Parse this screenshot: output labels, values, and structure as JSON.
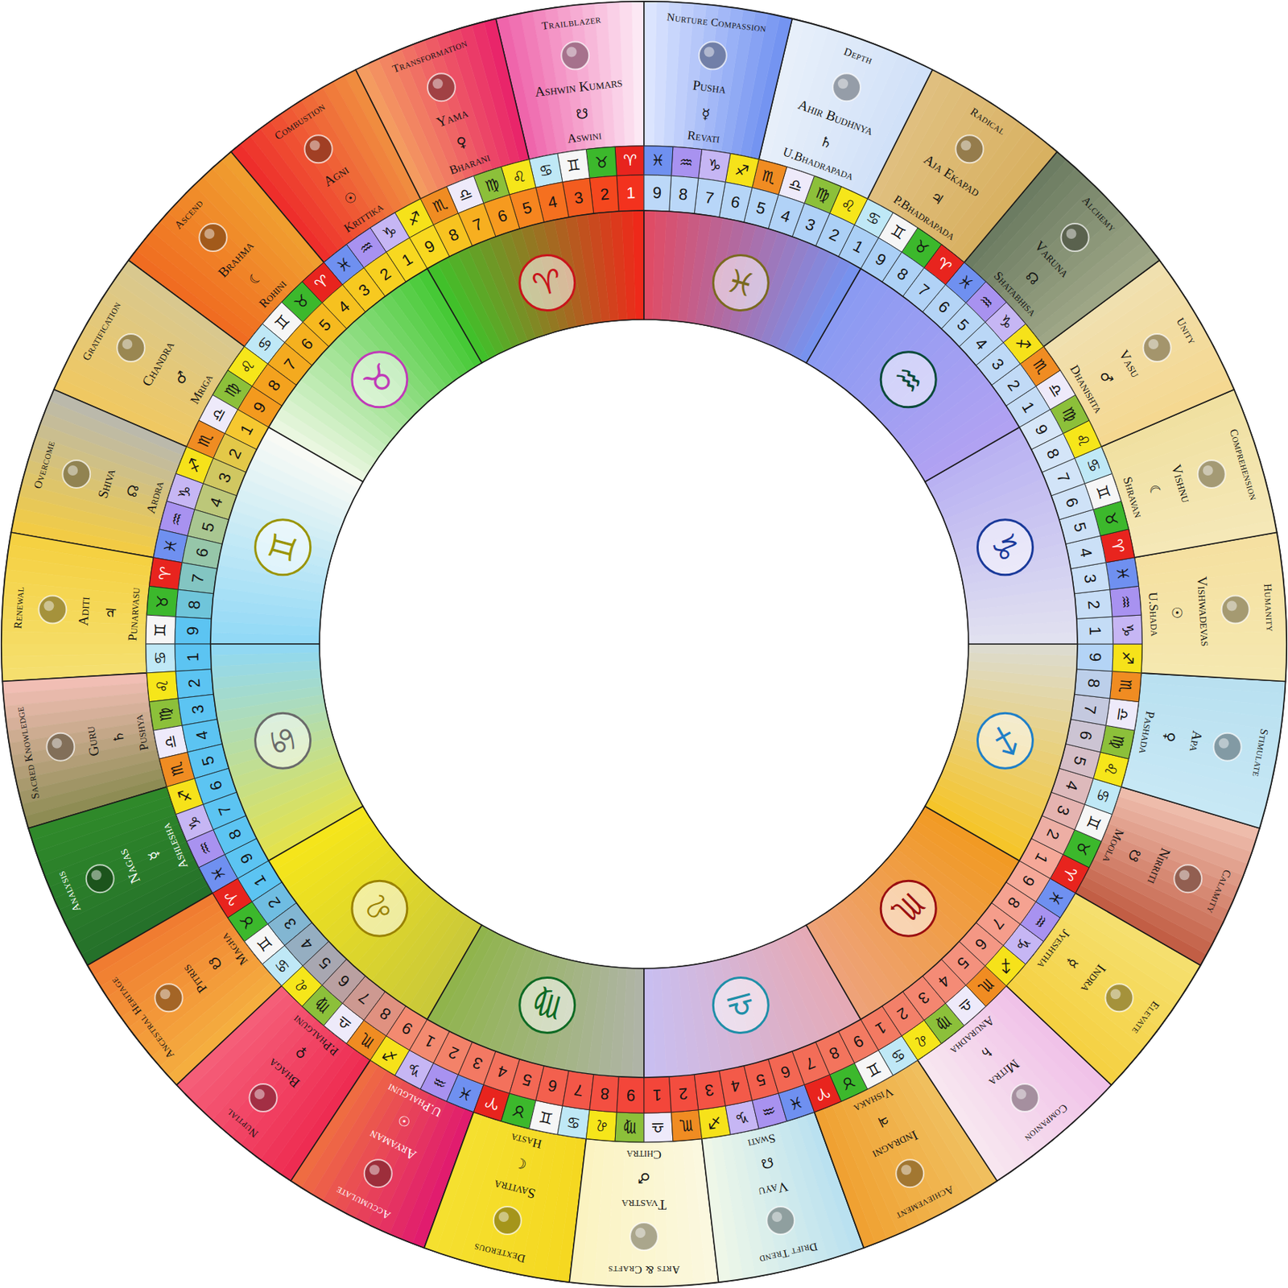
{
  "diagram": {
    "nodes": [
      {
        "text": [
          "Trailblazer",
          "Ashwin Kumars",
          "☋",
          "Aswini"
        ]
      },
      {
        "text": [
          "Transformation",
          "Yama",
          "♀",
          "Bharani"
        ]
      },
      {
        "text": [
          "Combustion",
          "Agni",
          "☉",
          "Krittika"
        ]
      },
      {
        "text": [
          "Ascend",
          "Brahma",
          "☾",
          "Rohini"
        ]
      },
      {
        "text": [
          "Gratification",
          "Chandra",
          "♂",
          "Mriga"
        ]
      },
      {
        "text": [
          "Overcome",
          "Shiva",
          "☊",
          "Ardra"
        ]
      },
      {
        "text": [
          "Renewal",
          "Aditi",
          "♃",
          "Punarvasu"
        ]
      },
      {
        "text": [
          "Sacred Knowledge",
          "Guru",
          "♄",
          "Pushya"
        ]
      },
      {
        "text": [
          "Analysis",
          "Nagas",
          "☿",
          "Ashlesha"
        ]
      },
      {
        "text": [
          "Ancestral Heritage",
          "Pitris",
          "☋",
          "Magha"
        ]
      },
      {
        "text": [
          "Nuptial",
          "Bhaga",
          "♀",
          "P.Phalguni"
        ]
      },
      {
        "text": [
          "Accumulate",
          "Aryaman",
          "☉",
          "U.Phalguni"
        ]
      },
      {
        "text": [
          "Dexterous",
          "Savitra",
          "☾",
          "Hasta"
        ]
      },
      {
        "text": [
          "Arts & Crafts",
          "Tvastra",
          "♂",
          "Chitra"
        ]
      },
      {
        "text": [
          "Drift Trend",
          "Vayu",
          "☊",
          "Swati"
        ]
      },
      {
        "text": [
          "Achievement",
          "Indragni",
          "♃",
          "Vishaka"
        ]
      },
      {
        "text": [
          "Companion",
          "Mitra",
          "♄",
          "Anuradha"
        ]
      },
      {
        "text": [
          "Elevate",
          "Indra",
          "☿",
          "Jyeshtha"
        ]
      },
      {
        "text": [
          "Calamity",
          "Nirriti",
          "☋",
          "Moola"
        ]
      },
      {
        "text": [
          "Stimulate",
          "Apa",
          "♀",
          "Pashada"
        ]
      },
      {
        "text": [
          "Humanity",
          "Vishwadevas",
          "☉",
          "U.Shada"
        ]
      },
      {
        "text": [
          "Comprehension",
          "Vishnu",
          "☾",
          "Shravan"
        ]
      },
      {
        "text": [
          "Unity",
          "Vasu",
          "♂",
          "Dhanishta"
        ]
      },
      {
        "text": [
          "Alchemy",
          "Varuna",
          "☊",
          "Shatabhisa"
        ]
      },
      {
        "text": [
          "Radical",
          "Aja Ekapad",
          "♃",
          "P.Bhadrapada"
        ]
      },
      {
        "text": [
          "Depth",
          "Ahir Budhnya",
          "♄",
          "U.Bhadrapada"
        ]
      },
      {
        "text": [
          "Nurture Compassion",
          "Pusha",
          "☿",
          "Revati"
        ]
      },
      {
        "text": [
          "♈"
        ]
      },
      {
        "text": [
          "♉"
        ]
      },
      {
        "text": [
          "♊"
        ]
      },
      {
        "text": [
          "♋"
        ]
      },
      {
        "text": [
          "♌"
        ]
      },
      {
        "text": [
          "♍"
        ]
      },
      {
        "text": [
          "♎"
        ]
      },
      {
        "text": [
          "♏"
        ]
      },
      {
        "text": [
          "♐"
        ]
      },
      {
        "text": [
          "♑"
        ]
      },
      {
        "text": [
          "♒"
        ]
      },
      {
        "text": [
          "♓"
        ]
      },
      {
        "text": [
          "♈"
        ]
      },
      {
        "text": [
          "♉"
        ]
      },
      {
        "text": [
          "♊"
        ]
      },
      {
        "text": [
          "♋"
        ]
      },
      {
        "text": [
          "♌"
        ]
      },
      {
        "text": [
          "♍"
        ]
      },
      {
        "text": [
          "♎"
        ]
      },
      {
        "text": [
          "♏"
        ]
      },
      {
        "text": [
          "♐"
        ]
      },
      {
        "text": [
          "♑"
        ]
      },
      {
        "text": [
          "♒"
        ]
      },
      {
        "text": [
          "♓"
        ]
      },
      {
        "text": [
          "♈"
        ]
      },
      {
        "text": [
          "♉"
        ]
      },
      {
        "text": [
          "♊"
        ]
      },
      {
        "text": [
          "♋"
        ]
      },
      {
        "text": [
          "♌"
        ]
      },
      {
        "text": [
          "♍"
        ]
      },
      {
        "text": [
          "♎"
        ]
      },
      {
        "text": [
          "♏"
        ]
      },
      {
        "text": [
          "♐"
        ]
      },
      {
        "text": [
          "♑"
        ]
      },
      {
        "text": [
          "♒"
        ]
      },
      {
        "text": [
          "♓"
        ]
      },
      {
        "text": [
          "♈"
        ]
      },
      {
        "text": [
          "♉"
        ]
      },
      {
        "text": [
          "♊"
        ]
      },
      {
        "text": [
          "♋"
        ]
      },
      {
        "text": [
          "♌"
        ]
      },
      {
        "text": [
          "♍"
        ]
      },
      {
        "text": [
          "♎"
        ]
      },
      {
        "text": [
          "♏"
        ]
      },
      {
        "text": [
          "♐"
        ]
      },
      {
        "text": [
          "♑"
        ]
      },
      {
        "text": [
          "♒"
        ]
      },
      {
        "text": [
          "♓"
        ]
      },
      {
        "text": [
          "♈"
        ]
      },
      {
        "text": [
          "♉"
        ]
      },
      {
        "text": [
          "♊"
        ]
      },
      {
        "text": [
          "♋"
        ]
      },
      {
        "text": [
          "♌"
        ]
      },
      {
        "text": [
          "♍"
        ]
      },
      {
        "text": [
          "♎"
        ]
      },
      {
        "text": [
          "♏"
        ]
      },
      {
        "text": [
          "♐"
        ]
      },
      {
        "text": [
          "♑"
        ]
      },
      {
        "text": [
          "♒"
        ]
      },
      {
        "text": [
          "♓"
        ]
      },
      {
        "text": [
          "♈"
        ]
      },
      {
        "text": [
          "♉"
        ]
      },
      {
        "text": [
          "♊"
        ]
      },
      {
        "text": [
          "♋"
        ]
      },
      {
        "text": [
          "♌"
        ]
      },
      {
        "text": [
          "♍"
        ]
      },
      {
        "text": [
          "♎"
        ]
      },
      {
        "text": [
          "♏"
        ]
      },
      {
        "text": [
          "♐"
        ]
      },
      {
        "text": [
          "♑"
        ]
      },
      {
        "text": [
          "♒"
        ]
      },
      {
        "text": [
          "♓"
        ]
      },
      {
        "text": [
          "♈"
        ]
      },
      {
        "text": [
          "♉"
        ]
      },
      {
        "text": [
          "♊"
        ]
      },
      {
        "text": [
          "♋"
        ]
      },
      {
        "text": [
          "♌"
        ]
      },
      {
        "text": [
          "♍"
        ]
      },
      {
        "text": [
          "♎"
        ]
      },
      {
        "text": [
          "♏"
        ]
      },
      {
        "text": [
          "♐"
        ]
      },
      {
        "text": [
          "♑"
        ]
      },
      {
        "text": [
          "♒"
        ]
      },
      {
        "text": [
          "♓"
        ]
      },
      {
        "text": [
          "♈"
        ]
      },
      {
        "text": [
          "♉"
        ]
      },
      {
        "text": [
          "♊"
        ]
      },
      {
        "text": [
          "♋"
        ]
      },
      {
        "text": [
          "♌"
        ]
      },
      {
        "text": [
          "♍"
        ]
      },
      {
        "text": [
          "♎"
        ]
      },
      {
        "text": [
          "♏"
        ]
      },
      {
        "text": [
          "♐"
        ]
      },
      {
        "text": [
          "♑"
        ]
      },
      {
        "text": [
          "♒"
        ]
      },
      {
        "text": [
          "♓"
        ]
      },
      {
        "text": [
          "♈"
        ]
      },
      {
        "text": [
          "♉"
        ]
      },
      {
        "text": [
          "♊"
        ]
      },
      {
        "text": [
          "♋"
        ]
      },
      {
        "text": [
          "♌"
        ]
      },
      {
        "text": [
          "♍"
        ]
      },
      {
        "text": [
          "♎"
        ]
      },
      {
        "text": [
          "♏"
        ]
      },
      {
        "text": [
          "♐"
        ]
      },
      {
        "text": [
          "♑"
        ]
      },
      {
        "text": [
          "♒"
        ]
      },
      {
        "text": [
          "♓"
        ]
      },
      {
        "text": [
          "1"
        ]
      },
      {
        "text": [
          "2"
        ]
      },
      {
        "text": [
          "3"
        ]
      },
      {
        "text": [
          "4"
        ]
      },
      {
        "text": [
          "5"
        ]
      },
      {
        "text": [
          "6"
        ]
      },
      {
        "text": [
          "7"
        ]
      },
      {
        "text": [
          "8"
        ]
      },
      {
        "text": [
          "9"
        ]
      },
      {
        "text": [
          "1"
        ]
      },
      {
        "text": [
          "2"
        ]
      },
      {
        "text": [
          "3"
        ]
      },
      {
        "text": [
          "4"
        ]
      },
      {
        "text": [
          "5"
        ]
      },
      {
        "text": [
          "6"
        ]
      },
      {
        "text": [
          "7"
        ]
      },
      {
        "text": [
          "8"
        ]
      },
      {
        "text": [
          "9"
        ]
      },
      {
        "text": [
          "1"
        ]
      },
      {
        "text": [
          "2"
        ]
      },
      {
        "text": [
          "3"
        ]
      },
      {
        "text": [
          "4"
        ]
      },
      {
        "text": [
          "5"
        ]
      },
      {
        "text": [
          "6"
        ]
      },
      {
        "text": [
          "7"
        ]
      },
      {
        "text": [
          "8"
        ]
      },
      {
        "text": [
          "9"
        ]
      },
      {
        "text": [
          "1"
        ]
      },
      {
        "text": [
          "2"
        ]
      },
      {
        "text": [
          "3"
        ]
      },
      {
        "text": [
          "4"
        ]
      },
      {
        "text": [
          "5"
        ]
      },
      {
        "text": [
          "6"
        ]
      },
      {
        "text": [
          "7"
        ]
      },
      {
        "text": [
          "8"
        ]
      },
      {
        "text": [
          "9"
        ]
      },
      {
        "text": [
          "1"
        ]
      },
      {
        "text": [
          "2"
        ]
      },
      {
        "text": [
          "3"
        ]
      },
      {
        "text": [
          "4"
        ]
      },
      {
        "text": [
          "5"
        ]
      },
      {
        "text": [
          "6"
        ]
      },
      {
        "text": [
          "7"
        ]
      },
      {
        "text": [
          "8"
        ]
      },
      {
        "text": [
          "9"
        ]
      },
      {
        "text": [
          "1"
        ]
      },
      {
        "text": [
          "2"
        ]
      },
      {
        "text": [
          "3"
        ]
      },
      {
        "text": [
          "4"
        ]
      },
      {
        "text": [
          "5"
        ]
      },
      {
        "text": [
          "6"
        ]
      },
      {
        "text": [
          "7"
        ]
      },
      {
        "text": [
          "8"
        ]
      },
      {
        "text": [
          "9"
        ]
      },
      {
        "text": [
          "1"
        ]
      },
      {
        "text": [
          "2"
        ]
      },
      {
        "text": [
          "3"
        ]
      },
      {
        "text": [
          "4"
        ]
      },
      {
        "text": [
          "5"
        ]
      },
      {
        "text": [
          "6"
        ]
      },
      {
        "text": [
          "7"
        ]
      },
      {
        "text": [
          "8"
        ]
      },
      {
        "text": [
          "9"
        ]
      },
      {
        "text": [
          "1"
        ]
      },
      {
        "text": [
          "2"
        ]
      },
      {
        "text": [
          "3"
        ]
      },
      {
        "text": [
          "4"
        ]
      },
      {
        "text": [
          "5"
        ]
      },
      {
        "text": [
          "6"
        ]
      },
      {
        "text": [
          "7"
        ]
      },
      {
        "text": [
          "8"
        ]
      },
      {
        "text": [
          "9"
        ]
      },
      {
        "text": [
          "1"
        ]
      },
      {
        "text": [
          "2"
        ]
      },
      {
        "text": [
          "3"
        ]
      },
      {
        "text": [
          "4"
        ]
      },
      {
        "text": [
          "5"
        ]
      },
      {
        "text": [
          "6"
        ]
      },
      {
        "text": [
          "7"
        ]
      },
      {
        "text": [
          "8"
        ]
      },
      {
        "text": [
          "9"
        ]
      },
      {
        "text": [
          "1"
        ]
      },
      {
        "text": [
          "2"
        ]
      },
      {
        "text": [
          "3"
        ]
      },
      {
        "text": [
          "4"
        ]
      },
      {
        "text": [
          "5"
        ]
      },
      {
        "text": [
          "6"
        ]
      },
      {
        "text": [
          "7"
        ]
      },
      {
        "text": [
          "8"
        ]
      },
      {
        "text": [
          "9"
        ]
      },
      {
        "text": [
          "1"
        ]
      },
      {
        "text": [
          "2"
        ]
      },
      {
        "text": [
          "3"
        ]
      },
      {
        "text": [
          "4"
        ]
      },
      {
        "text": [
          "5"
        ]
      },
      {
        "text": [
          "6"
        ]
      },
      {
        "text": [
          "7"
        ]
      },
      {
        "text": [
          "8"
        ]
      },
      {
        "text": [
          "9"
        ]
      },
      {
        "text": [
          "1"
        ]
      },
      {
        "text": [
          "2"
        ]
      },
      {
        "text": [
          "3"
        ]
      },
      {
        "text": [
          "4"
        ]
      },
      {
        "text": [
          "5"
        ]
      },
      {
        "text": [
          "6"
        ]
      },
      {
        "text": [
          "7"
        ]
      },
      {
        "text": [
          "8"
        ]
      },
      {
        "text": [
          "9"
        ]
      },
      {
        "text": [
          "♈"
        ]
      },
      {
        "text": [
          "♉"
        ]
      },
      {
        "text": [
          "♊"
        ]
      },
      {
        "text": [
          "♋"
        ]
      },
      {
        "text": [
          "♌"
        ]
      },
      {
        "text": [
          "♍"
        ]
      },
      {
        "text": [
          "♎"
        ]
      },
      {
        "text": [
          "♏"
        ]
      },
      {
        "text": [
          "♐"
        ]
      },
      {
        "text": [
          "♑"
        ]
      },
      {
        "text": [
          "♒"
        ]
      },
      {
        "text": [
          "♓"
        ]
      }
    ]
  }
}
